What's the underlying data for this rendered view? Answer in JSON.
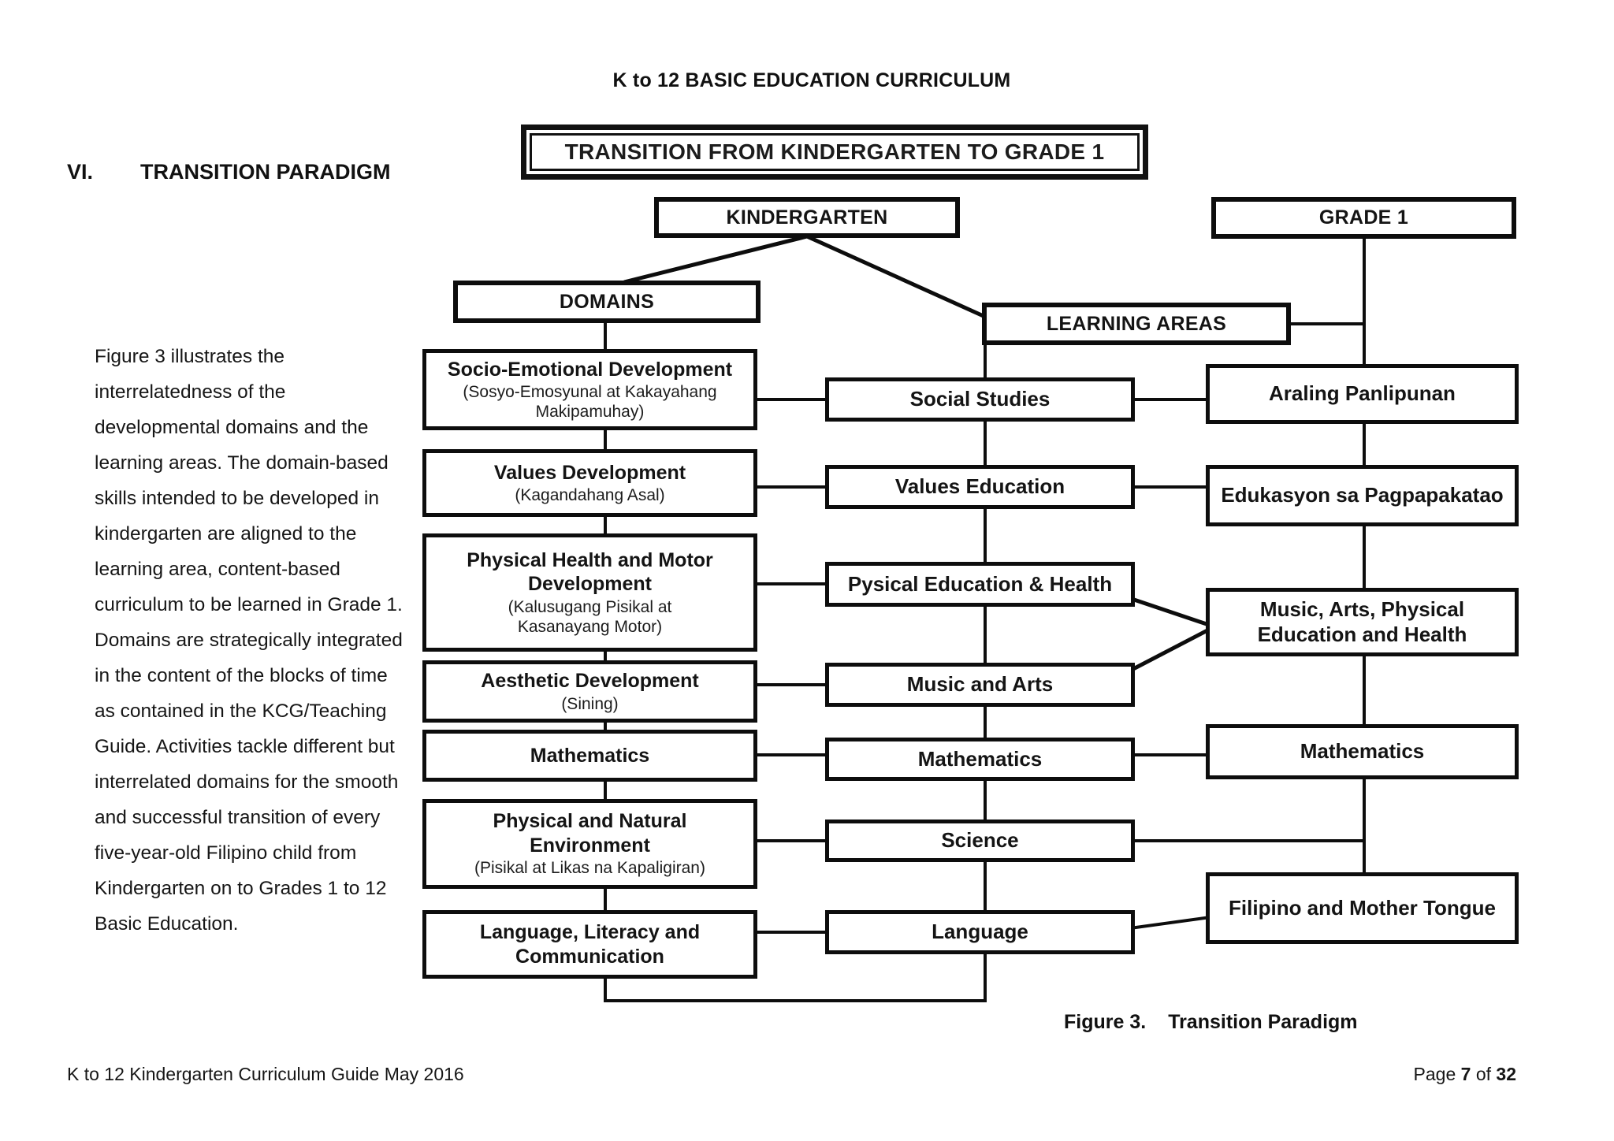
{
  "page": {
    "header_title": "K to 12 BASIC EDUCATION CURRICULUM",
    "section_number": "VI.",
    "section_title": "TRANSITION PARADIGM",
    "paragraph": "Figure 3 illustrates the\ninterrelatedness of the\ndevelopmental domains and the\nlearning areas.  The domain-based\nskills intended to be developed in\nkindergarten are aligned to the\nlearning area, content-based\ncurriculum to be learned in Grade 1.\nDomains are strategically integrated\nin the content of the blocks of time\nas contained in the KCG/Teaching\nGuide. Activities tackle different but\ninterrelated domains for the smooth\nand successful transition of every\nfive-year-old Filipino child from\nKindergarten on to Grades 1 to 12\nBasic Education.",
    "figure_caption_label": "Figure 3.",
    "figure_caption_text": "Transition Paradigm",
    "footer_left": "K to 12 Kindergarten Curriculum Guide May 2016",
    "footer_page_word": "Page",
    "footer_page_number": "7",
    "footer_of_word": "of",
    "footer_page_total": "32"
  },
  "diagram": {
    "banner": "TRANSITION FROM KINDERGARTEN TO GRADE 1",
    "kindergarten_label": "KINDERGARTEN",
    "grade1_label": "GRADE 1",
    "domains_label": "DOMAINS",
    "learning_areas_label": "LEARNING AREAS",
    "domains": [
      {
        "title": "Socio-Emotional Development",
        "subtitle": "(Sosyo-Emosyunal at Kakayahang\nMakipamuhay)"
      },
      {
        "title": "Values Development",
        "subtitle": "(Kagandahang Asal)"
      },
      {
        "title": "Physical Health and Motor\nDevelopment",
        "subtitle": "(Kalusugang Pisikal at\nKasanayang Motor)"
      },
      {
        "title": "Aesthetic Development",
        "subtitle": "(Sining)"
      },
      {
        "title": "Mathematics",
        "subtitle": ""
      },
      {
        "title": "Physical and Natural\nEnvironment",
        "subtitle": "(Pisikal at Likas na Kapaligiran)"
      },
      {
        "title": "Language, Literacy and\nCommunication",
        "subtitle": ""
      }
    ],
    "learning_areas": [
      "Social Studies",
      "Values Education",
      "Pysical Education & Health",
      "Music and Arts",
      "Mathematics",
      "Science",
      "Language"
    ],
    "grade1_areas": [
      "Araling Panlipunan",
      "Edukasyon sa Pagpapakatao",
      "Music, Arts, Physical\nEducation and Health",
      "Mathematics",
      "Filipino and Mother Tongue"
    ]
  }
}
